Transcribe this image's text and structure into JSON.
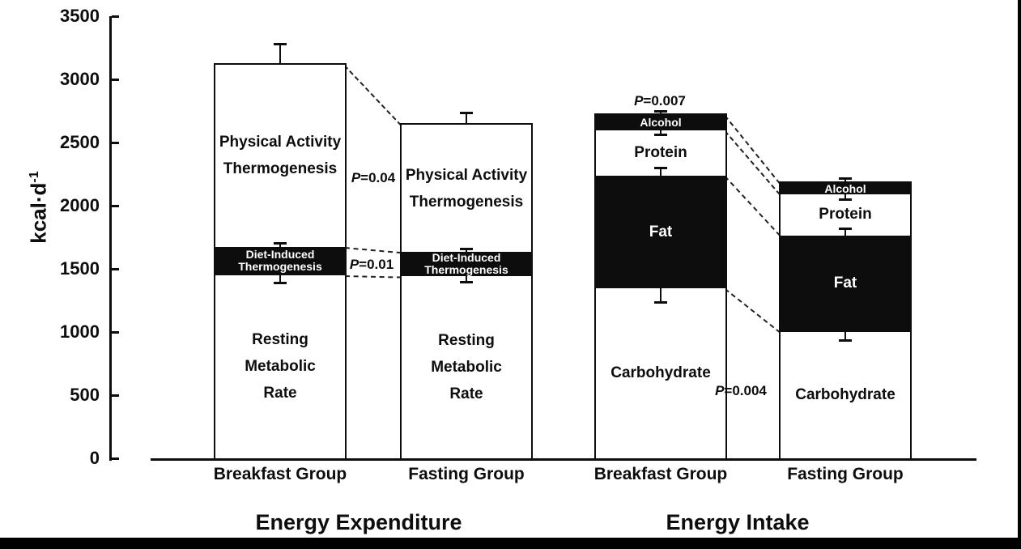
{
  "figure": {
    "background": "#ffffff",
    "frame_color": "#000000",
    "ink_color": "#0d0d0d"
  },
  "chart_data": {
    "type": "bar",
    "subtype": "stacked",
    "title": "",
    "grid": false,
    "legend": false,
    "ylabel_base": "kcal·d",
    "ylabel_sup": "-1",
    "ylim": [
      0,
      3500
    ],
    "y_ticks": [
      0,
      500,
      1000,
      1500,
      2000,
      2500,
      3000,
      3500
    ],
    "group_titles": [
      "Energy Expenditure",
      "Energy Intake"
    ],
    "categories": [
      "Breakfast Group",
      "Fasting Group",
      "Breakfast Group",
      "Fasting Group"
    ],
    "bars": [
      {
        "group": "Energy Expenditure",
        "category": "Breakfast Group",
        "total": 3115,
        "segments": [
          {
            "name": "Resting Metabolic Rate",
            "label_lines": [
              "Resting",
              "Metabolic",
              "Rate"
            ],
            "from": 0,
            "to": 1450,
            "fill": "white",
            "text_size": "large"
          },
          {
            "name": "Diet-Induced Thermogenesis",
            "label_lines": [
              "Diet-Induced",
              "Thermogenesis"
            ],
            "from": 1450,
            "to": 1675,
            "fill": "black",
            "text_size": "small"
          },
          {
            "name": "Physical Activity Thermogenesis",
            "label_lines": [
              "Physical Activity",
              "Thermogenesis"
            ],
            "from": 1675,
            "to": 3115,
            "fill": "white",
            "text_size": "large"
          }
        ],
        "error_bars": [
          {
            "at": 3115,
            "cap": 3280,
            "dir": "up"
          },
          {
            "at": 1675,
            "cap": 1702,
            "dir": "up"
          },
          {
            "at": 1450,
            "cap": 1390,
            "dir": "down"
          }
        ]
      },
      {
        "group": "Energy Expenditure",
        "category": "Fasting Group",
        "total": 2640,
        "segments": [
          {
            "name": "Resting Metabolic Rate",
            "label_lines": [
              "Resting",
              "Metabolic",
              "Rate"
            ],
            "from": 0,
            "to": 1440,
            "fill": "white",
            "text_size": "large"
          },
          {
            "name": "Diet-Induced Thermogenesis",
            "label_lines": [
              "Diet-Induced",
              "Thermogenesis"
            ],
            "from": 1440,
            "to": 1635,
            "fill": "black",
            "text_size": "small"
          },
          {
            "name": "Physical Activity Thermogenesis",
            "label_lines": [
              "Physical Activity",
              "Thermogenesis"
            ],
            "from": 1635,
            "to": 2640,
            "fill": "white",
            "text_size": "large"
          }
        ],
        "error_bars": [
          {
            "at": 2640,
            "cap": 2735,
            "dir": "up"
          },
          {
            "at": 1635,
            "cap": 1660,
            "dir": "up"
          },
          {
            "at": 1440,
            "cap": 1395,
            "dir": "down"
          }
        ]
      },
      {
        "group": "Energy Intake",
        "category": "Breakfast Group",
        "total": 2720,
        "segments": [
          {
            "name": "Carbohydrate",
            "label_lines": [
              "Carbohydrate"
            ],
            "from": 0,
            "to": 1345,
            "fill": "white",
            "text_size": "large"
          },
          {
            "name": "Fat",
            "label_lines": [
              "Fat"
            ],
            "from": 1345,
            "to": 2235,
            "fill": "black",
            "text_size": "large"
          },
          {
            "name": "Protein",
            "label_lines": [
              "Protein"
            ],
            "from": 2235,
            "to": 2595,
            "fill": "white",
            "text_size": "large"
          },
          {
            "name": "Alcohol",
            "label_lines": [
              "Alcohol"
            ],
            "from": 2595,
            "to": 2720,
            "fill": "black",
            "text_size": "small"
          }
        ],
        "error_bars": [
          {
            "at": 2720,
            "cap": 2748,
            "dir": "up"
          },
          {
            "at": 2595,
            "cap": 2560,
            "dir": "down"
          },
          {
            "at": 2235,
            "cap": 2300,
            "dir": "up"
          },
          {
            "at": 1345,
            "cap": 1235,
            "dir": "down"
          }
        ]
      },
      {
        "group": "Energy Intake",
        "category": "Fasting Group",
        "total": 2180,
        "segments": [
          {
            "name": "Carbohydrate",
            "label_lines": [
              "Carbohydrate"
            ],
            "from": 0,
            "to": 1000,
            "fill": "white",
            "text_size": "large"
          },
          {
            "name": "Fat",
            "label_lines": [
              "Fat"
            ],
            "from": 1000,
            "to": 1765,
            "fill": "black",
            "text_size": "large"
          },
          {
            "name": "Protein",
            "label_lines": [
              "Protein"
            ],
            "from": 1765,
            "to": 2090,
            "fill": "white",
            "text_size": "large"
          },
          {
            "name": "Alcohol",
            "label_lines": [
              "Alcohol"
            ],
            "from": 2090,
            "to": 2180,
            "fill": "black",
            "text_size": "small"
          }
        ],
        "error_bars": [
          {
            "at": 2180,
            "cap": 2212,
            "dir": "up"
          },
          {
            "at": 2090,
            "cap": 2045,
            "dir": "down"
          },
          {
            "at": 1765,
            "cap": 1818,
            "dir": "up"
          },
          {
            "at": 1000,
            "cap": 935,
            "dir": "down"
          }
        ]
      }
    ],
    "p_annotations": [
      {
        "prefix": "P",
        "rest": "=0.04",
        "x": 461,
        "y": 220
      },
      {
        "prefix": "P",
        "rest": "=0.01",
        "x": 459,
        "y": 327
      },
      {
        "prefix": "P",
        "rest": "=0.007",
        "x": 815,
        "y": 125
      },
      {
        "prefix": "P",
        "rest": "=0.004",
        "x": 915,
        "y": 483
      }
    ],
    "connectors": [
      {
        "from_bar": 0,
        "from_value": 3115,
        "to_bar": 1,
        "to_value": 2640
      },
      {
        "from_bar": 0,
        "from_value": 1675,
        "to_bar": 1,
        "to_value": 1635
      },
      {
        "from_bar": 0,
        "from_value": 1450,
        "to_bar": 1,
        "to_value": 1440
      },
      {
        "from_bar": 2,
        "from_value": 2720,
        "to_bar": 3,
        "to_value": 2180
      },
      {
        "from_bar": 2,
        "from_value": 2595,
        "to_bar": 3,
        "to_value": 2090
      },
      {
        "from_bar": 2,
        "from_value": 2235,
        "to_bar": 3,
        "to_value": 1765
      },
      {
        "from_bar": 2,
        "from_value": 1345,
        "to_bar": 3,
        "to_value": 1000
      }
    ]
  }
}
